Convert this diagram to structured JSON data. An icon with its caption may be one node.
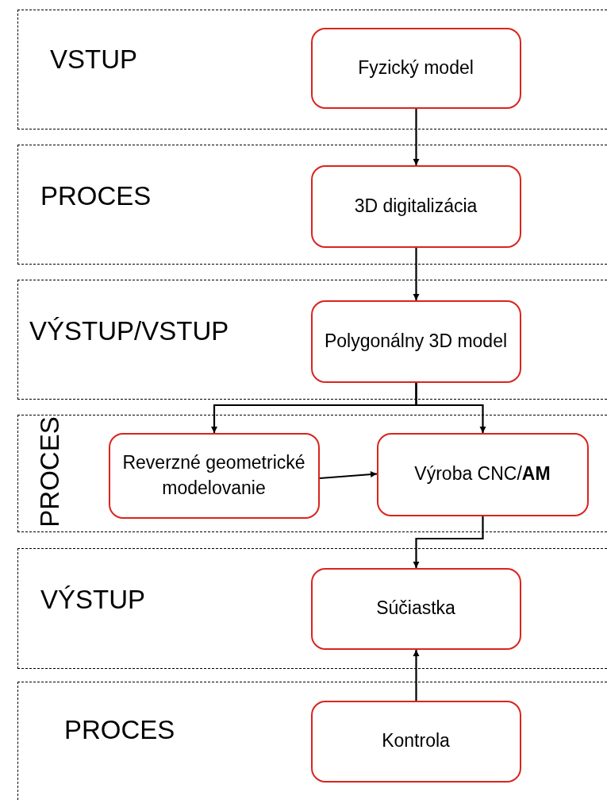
{
  "diagram": {
    "nodes": [
      {
        "text": [
          "VSTUP"
        ]
      },
      {
        "text": [
          "Fyzický model"
        ],
        "in": 0
      },
      {
        "text": [
          "PROCES"
        ]
      },
      {
        "text": [
          "3D digitalizácia"
        ],
        "in": 2
      },
      {
        "text": [
          "VÝSTUP/VSTUP"
        ]
      },
      {
        "text": [
          "Polygonálny 3D model"
        ],
        "in": 4
      },
      {
        "text": [
          "PROCES"
        ]
      },
      {
        "text": [
          "Reverzné geometrické modelovanie"
        ],
        "in": 6
      },
      {
        "text": [
          "Výroba CNC/**AM**"
        ],
        "in": 6
      },
      {
        "text": [
          "VÝSTUP"
        ]
      },
      {
        "text": [
          "Súčiastka"
        ],
        "in": 9
      },
      {
        "text": [
          "PROCES"
        ]
      },
      {
        "text": [
          "Kontrola"
        ],
        "in": 11
      }
    ],
    "edges": [
      {
        "from": 1,
        "to": 3,
        "arrow": "to"
      },
      {
        "from": 3,
        "to": 5,
        "arrow": "to"
      },
      {
        "from": 5,
        "to": 7,
        "arrow": "to"
      },
      {
        "from": 5,
        "to": 8,
        "arrow": "to"
      },
      {
        "from": 7,
        "to": 8,
        "arrow": "to"
      },
      {
        "from": 8,
        "to": 10,
        "arrow": "to"
      },
      {
        "from": 12,
        "to": 10,
        "arrow": "to"
      }
    ]
  }
}
